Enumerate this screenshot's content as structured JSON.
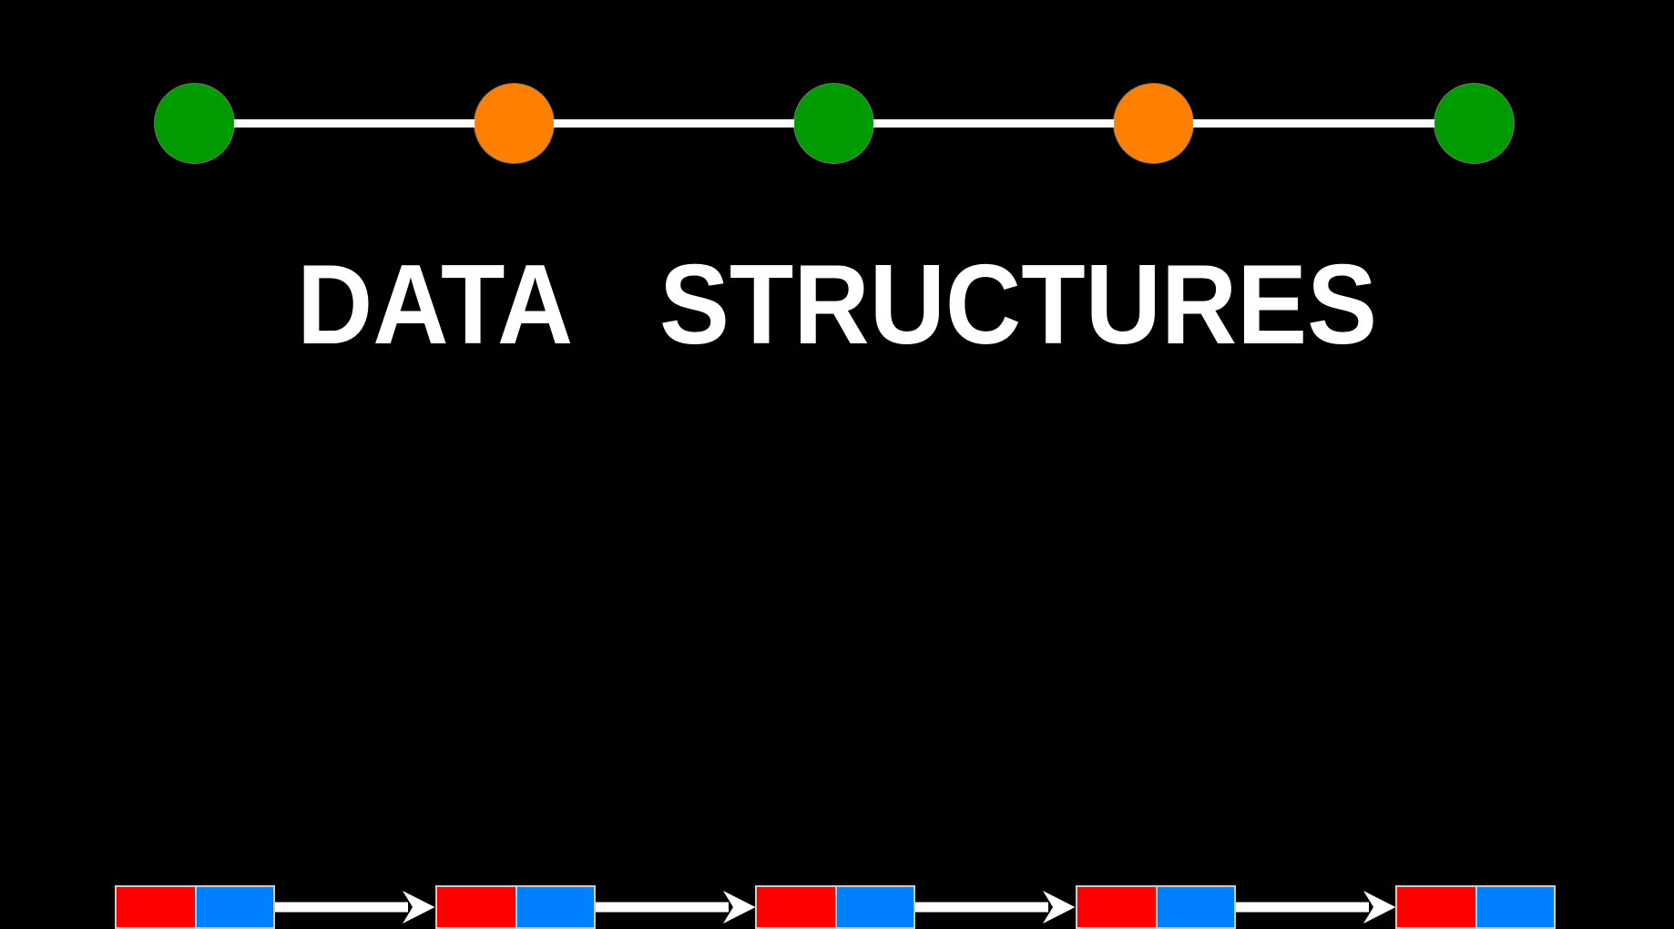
{
  "background_color": "#000000",
  "chain": {
    "line_color": "#ffffff",
    "node_colors": [
      "#009b00",
      "#ff8000",
      "#009b00",
      "#ff8000",
      "#009b00"
    ]
  },
  "title": {
    "words": [
      "DATA",
      "STRUCTURES"
    ],
    "color": "#ffffff"
  },
  "linked_list": {
    "node_count": 5,
    "data_cell_color": "#ff0000",
    "pointer_cell_color": "#0080ff",
    "cell_border_color": "#cccccc",
    "arrow_color": "#ffffff"
  }
}
